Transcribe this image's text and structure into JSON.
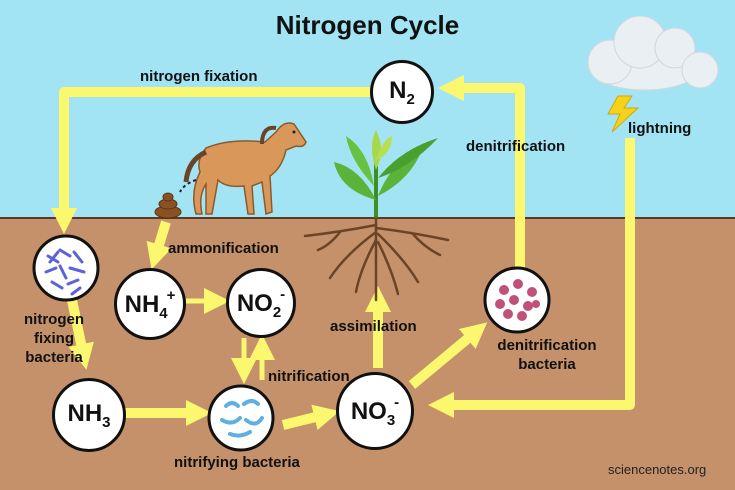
{
  "title": "Nitrogen Cycle",
  "labels": {
    "nitrogen_fixation": "nitrogen fixation",
    "lightning": "lightning",
    "denitrification": "denitrification",
    "ammonification": "ammonification",
    "nitrogen_fixing_bacteria": "nitrogen fixing bacteria",
    "nitrification": "nitrification",
    "assimilation": "assimilation",
    "denitrification_bacteria": "denitrification bacteria",
    "nitrifying_bacteria": "nitrifying bacteria"
  },
  "nodes": {
    "n2": {
      "symbol": "N",
      "sub": "2",
      "sup": ""
    },
    "nh4": {
      "symbol": "NH",
      "sub": "4",
      "sup": "+"
    },
    "no2": {
      "symbol": "NO",
      "sub": "2",
      "sup": "-"
    },
    "nh3": {
      "symbol": "NH",
      "sub": "3",
      "sup": ""
    },
    "no3": {
      "symbol": "NO",
      "sub": "3",
      "sup": "-"
    }
  },
  "credit": "sciencenotes.org",
  "colors": {
    "sky": "#a3e4f4",
    "soil": "#c4916a",
    "arrow": "#fbf870",
    "node_border": "#111111",
    "horse": "#d9985a",
    "leaf": "#5bb33a",
    "root": "#6b4427",
    "nitrogen_fixing_bacteria": "#5a63d8",
    "denitrification_bacteria": "#c0517a",
    "nitrifying_bacteria": "#5fb0e0"
  },
  "icons": [
    "cloud-icon",
    "lightning-bolt-icon",
    "horse-icon",
    "manure-icon",
    "plant-icon",
    "roots-icon",
    "bacteria-icon"
  ]
}
